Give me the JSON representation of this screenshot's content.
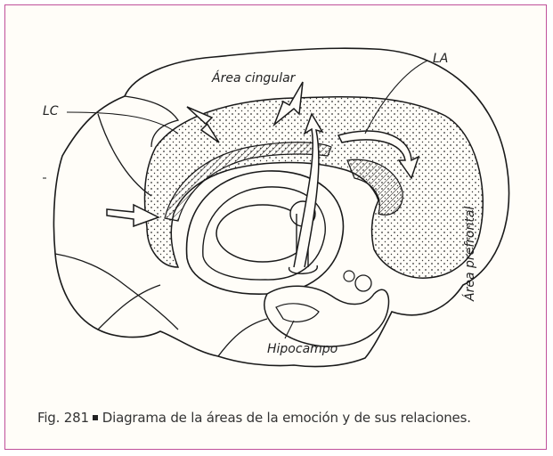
{
  "figure": {
    "labels": {
      "area_cingular": "Área cingular",
      "lc": "LC",
      "la": "LA",
      "area_prefrontal": "Área prefrontal",
      "hipocampo": "Hipocampo"
    },
    "caption": {
      "number": "Fig. 281",
      "text": "Diagrama de la áreas de la emoción y de sus relaciones."
    }
  },
  "colors": {
    "frame_border": "#c0509a",
    "line": "#1a1a1a",
    "background": "#fffdf8"
  }
}
